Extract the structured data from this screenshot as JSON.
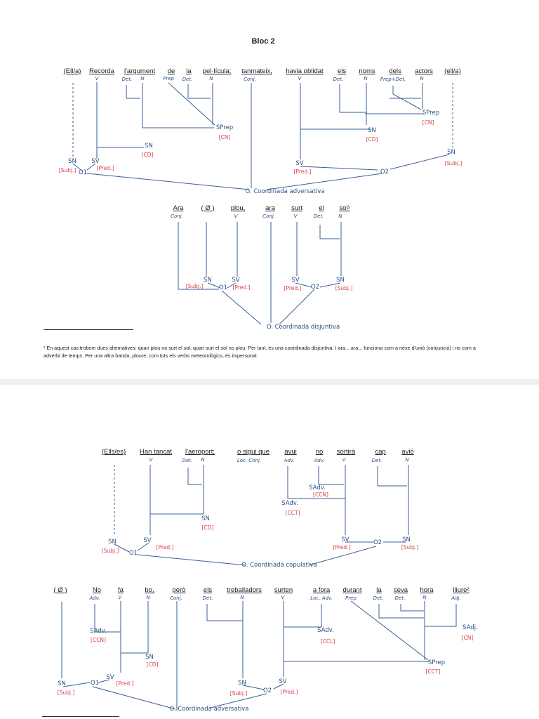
{
  "title": "Bloc 2",
  "colors": {
    "ink": "#2c4f86",
    "function_red": "#d8404a",
    "text": "#1b1b1b"
  },
  "tree1": {
    "words": [
      "(Ell/a)",
      "Recorda",
      "l'argument",
      "de",
      "la",
      "pel·lícula;",
      "tanmateix,",
      "havia oblidat",
      "els",
      "noms",
      "dels",
      "actors",
      "(ell/a)"
    ],
    "cats": [
      "V",
      "Det.",
      "N",
      "Prep",
      "Det.",
      "N",
      "Conj.",
      "V",
      "Det.",
      "N",
      "Prep+Det.",
      "N"
    ],
    "nodes": [
      "SPrep",
      "SN",
      "SN",
      "SV",
      "O1",
      "SPrep",
      "SN",
      "SV",
      "SN",
      "O2",
      "O. Coordinada adversativa"
    ],
    "functions": [
      "[CN]",
      "[CD]",
      "[Subj.]",
      "[Pred.]",
      "[CN]",
      "[CD]",
      "[Pred.]",
      "[Subj.]"
    ]
  },
  "tree2": {
    "words": [
      "Ara",
      "( Ø )",
      "plou,",
      "ara",
      "surt",
      "el",
      "sol¹"
    ],
    "cats": [
      "Conj.",
      "V",
      "Conj.",
      "V",
      "Det.",
      "N"
    ],
    "nodes": [
      "SN",
      "SV",
      "O1",
      "SV",
      "O2",
      "SN",
      "O. Coordinada disjuntiva"
    ],
    "functions": [
      "[Subj.]",
      "[Pred.]",
      "[Pred.]",
      "[Subj.]"
    ]
  },
  "footnote": "¹ En aquest cas trobem dues alternatives: quan plou no surt el sol; quan surt el sol no plou. Per tant, és una coordinada disjuntiva. I ara... ara... funciona com a nexe d'unió (conjunció) i no com a adverbi de temps. Per una altra banda, ploure, com tots els verbs meteorològics, és impersonal.",
  "tree3": {
    "words": [
      "(Ells/es)",
      "Han tancat",
      "l'aeroport;",
      "o sigui que",
      "avui",
      "no",
      "sortirà",
      "cap",
      "avió"
    ],
    "cats": [
      "V",
      "Det.",
      "N",
      "Loc. Conj.",
      "Adv.",
      "Adv.",
      "V",
      "Det.",
      "N"
    ],
    "nodes": [
      "SN",
      "SV",
      "SN",
      "O1",
      "SAdv.",
      "SAdv.",
      "SV",
      "SN",
      "O2",
      "O. Coordinada copulativa"
    ],
    "functions": [
      "[CD]",
      "[Subj.]",
      "[Pred.]",
      "[CCN]",
      "[CCT]",
      "[Pred.]",
      "[Subj.]"
    ]
  },
  "tree4": {
    "words": [
      "( Ø )",
      "No",
      "fa",
      "bo,",
      "però",
      "els",
      "treballadors",
      "surten",
      "a fora",
      "durant",
      "la",
      "seva",
      "hora",
      "lliure²"
    ],
    "cats": [
      "Adv.",
      "V",
      "N",
      "Conj.",
      "Det.",
      "N",
      "V",
      "Loc. Adv.",
      "Prep",
      "Det.",
      "Det.",
      "N",
      "Adj."
    ],
    "nodes": [
      "SAdv.",
      "SN",
      "SV",
      "SN",
      "O1",
      "SAdv.",
      "SAdj.",
      "SPrep",
      "SN",
      "SV",
      "O2",
      "O. Coordinada adversativa"
    ],
    "functions": [
      "[CCN]",
      "[CD]",
      "[Pred.]",
      "[Subj.]",
      "[CCL]",
      "[CN]",
      "[CCT]",
      "[Subj.]",
      "[Pred.]"
    ]
  }
}
